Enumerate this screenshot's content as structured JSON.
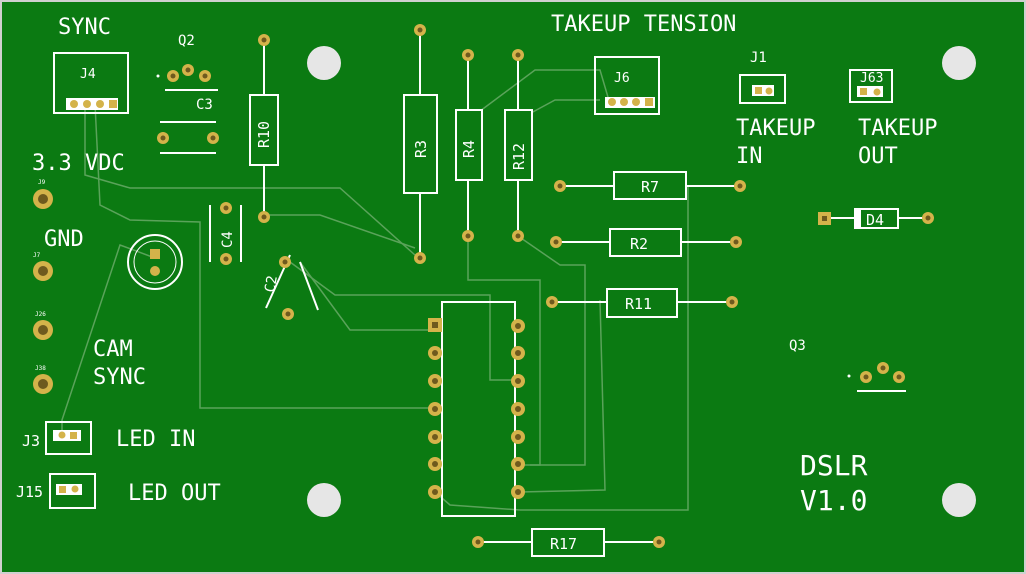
{
  "board": {
    "colors": {
      "pcb": "#0b7a12",
      "silk": "#ffffff",
      "pad": "#d4b34a",
      "hole": "#6e5a1e",
      "trace": "#5aa35a",
      "mount": "#e6e6e6"
    }
  },
  "labels": {
    "sync": "SYNC",
    "q2": "Q2",
    "j4": "J4",
    "c3": "C3",
    "r10": "R10",
    "r3": "R3",
    "r4": "R4",
    "r12": "R12",
    "takeup_tension": "TAKEUP TENSION",
    "j6": "J6",
    "j1": "J1",
    "j63": "J63",
    "takeup_in_1": "TAKEUP",
    "takeup_in_2": "IN",
    "takeup_out_1": "TAKEUP",
    "takeup_out_2": "OUT",
    "vdc": "3.3 VDC",
    "j9": "J9",
    "gnd": "GND",
    "j7": "J7",
    "c4": "C4",
    "c2": "C2",
    "j26": "J26",
    "j38": "J38",
    "cam_1": "CAM",
    "cam_2": "SYNC",
    "j3": "J3",
    "led_in": "LED IN",
    "j15": "J15",
    "led_out": "LED OUT",
    "r7": "R7",
    "r2": "R2",
    "r11": "R11",
    "d4": "D4",
    "q3": "Q3",
    "dslr": "DSLR",
    "version": "V1.0",
    "r17": "R17"
  }
}
